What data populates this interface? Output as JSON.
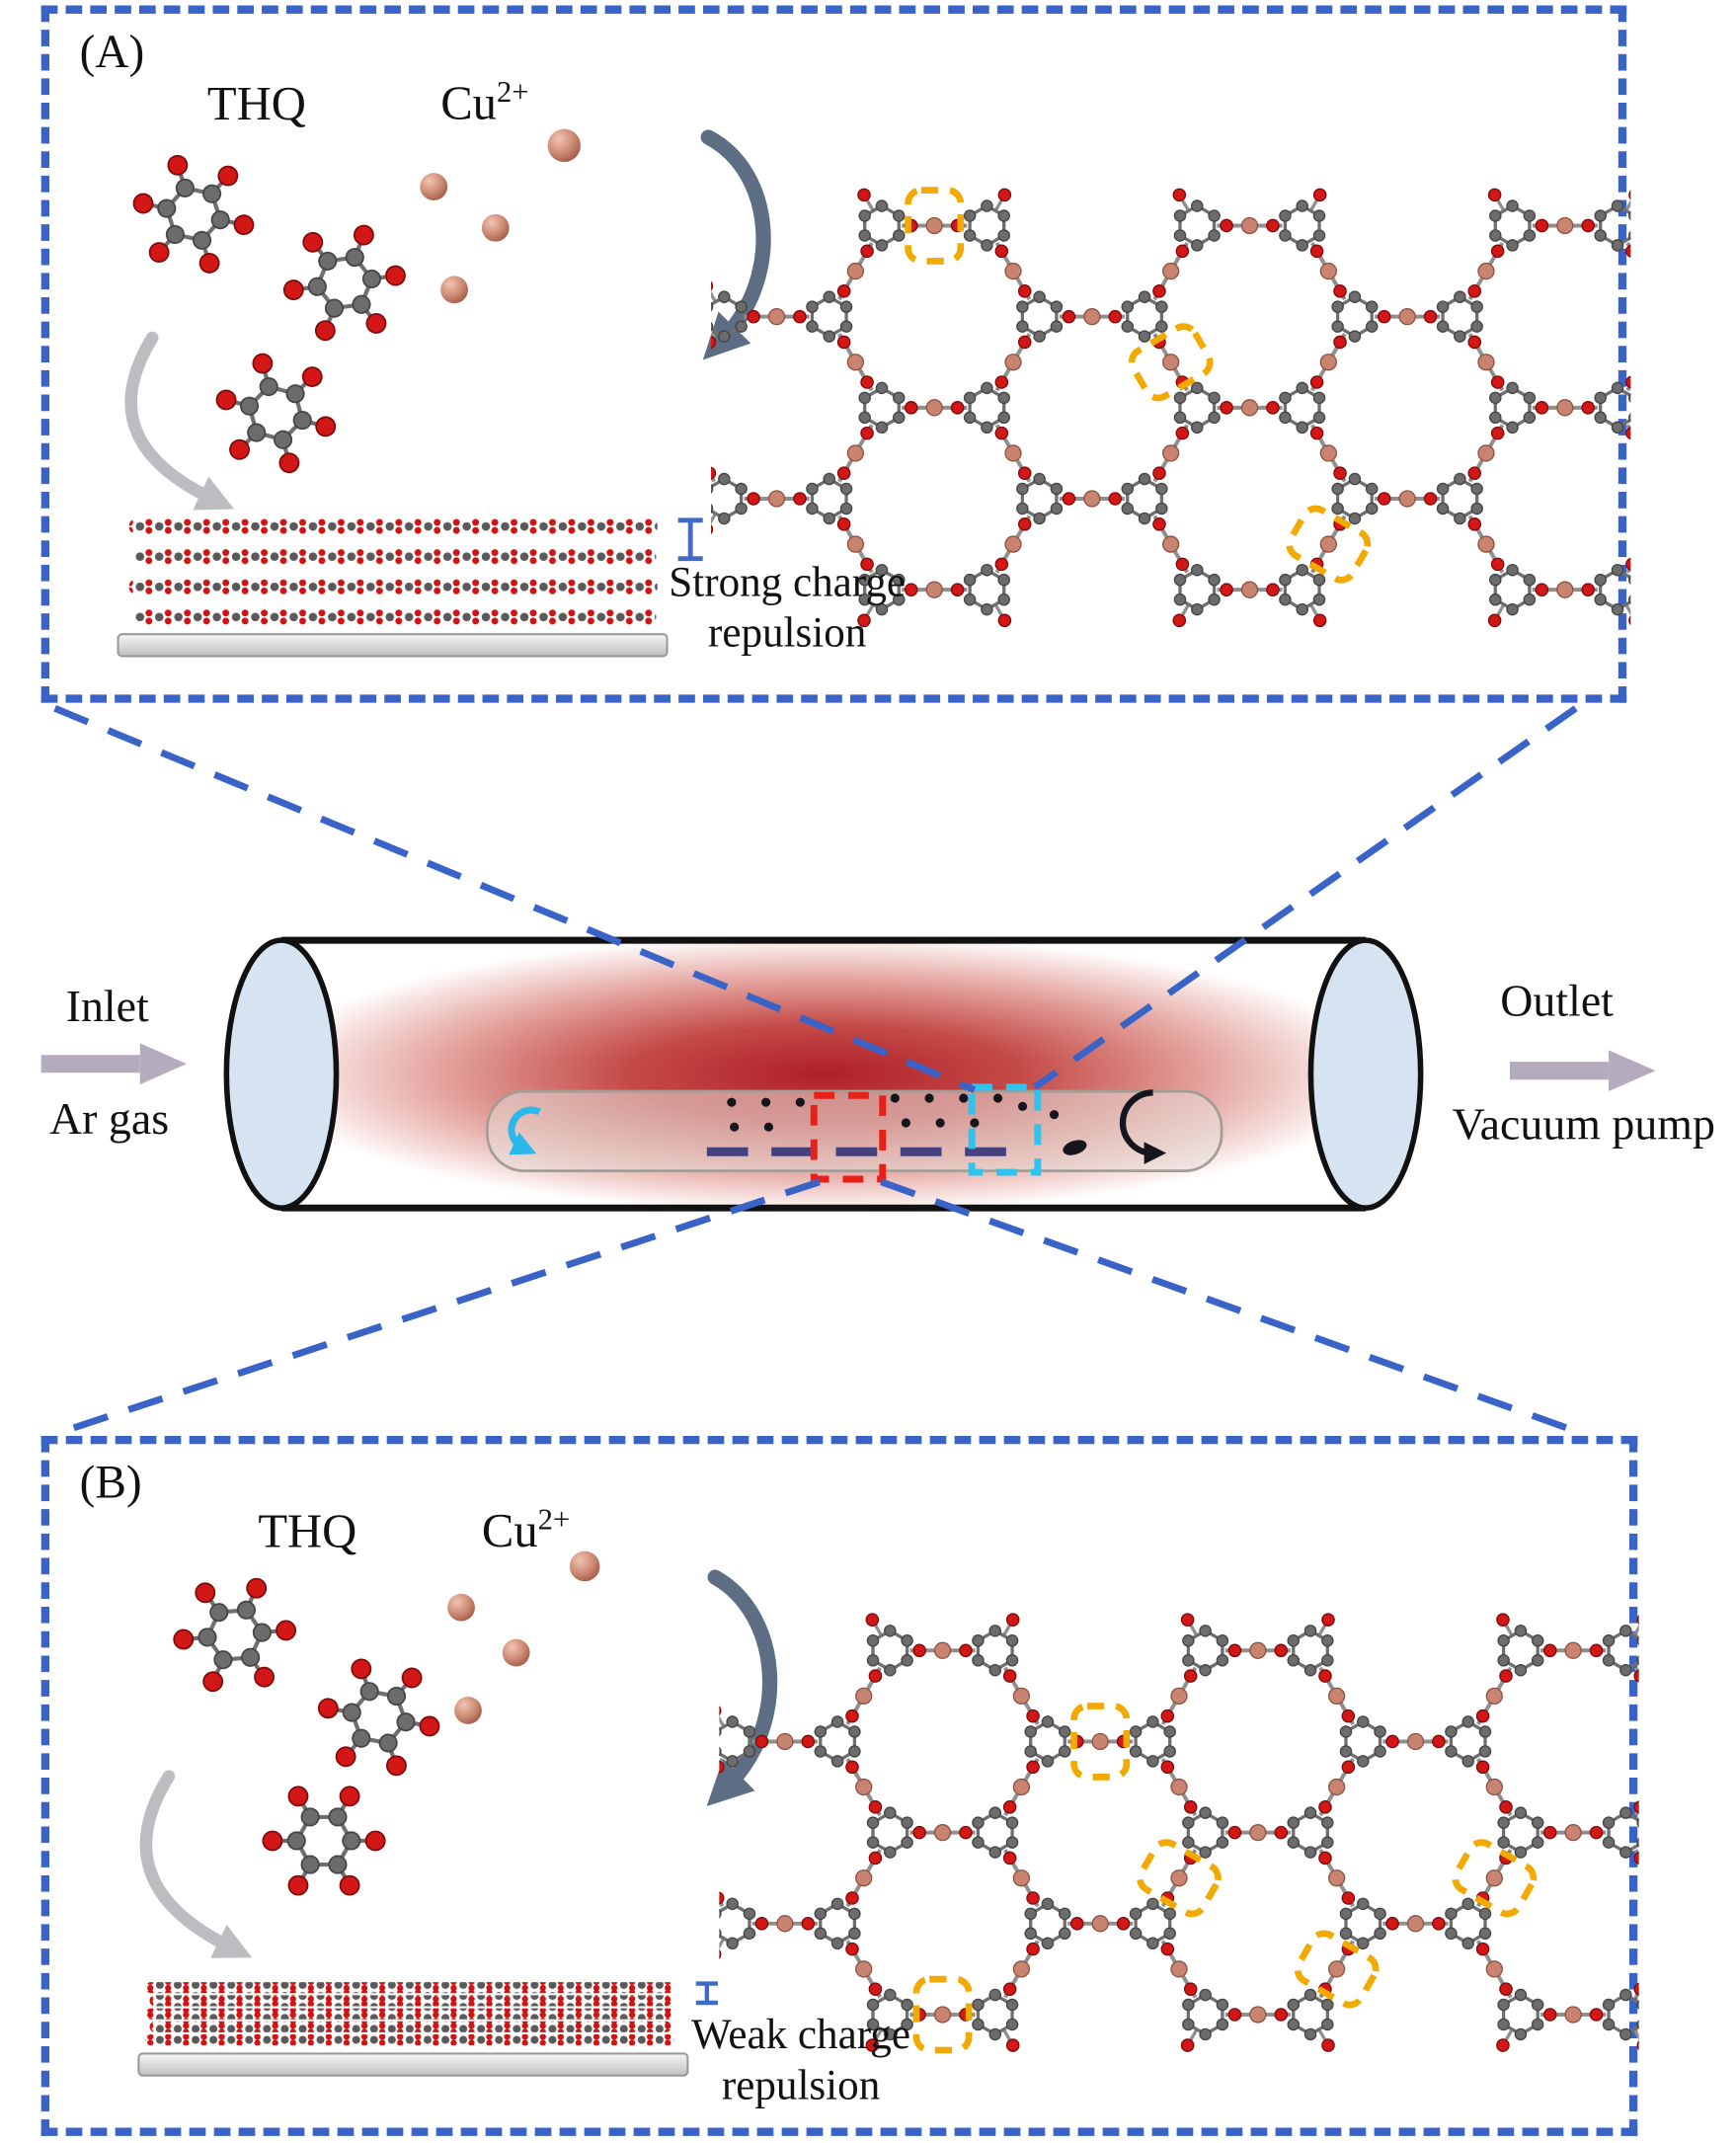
{
  "colors": {
    "panel-border": "#3a63c8",
    "connector": "#3a63c8",
    "highlight": "#f2a900",
    "copper": "#c98471",
    "oxygen": "#d31616",
    "carbon": "#6c6c6c",
    "heat-core": "#b01f27",
    "tube-cap": "#d6e4f2",
    "red-box": "#e8201a",
    "cyan-box": "#2ec4f0",
    "spacing-indicator": "#3f6bc4",
    "substrate-line": "#47407f"
  },
  "panelA": {
    "label": "(A)",
    "thq": "THQ",
    "cu": "Cu",
    "cu_sup": "2+",
    "annotation": "Strong charge\nrepulsion"
  },
  "panelB": {
    "label": "(B)",
    "thq": "THQ",
    "cu": "Cu",
    "cu_sup": "2+",
    "annotation": "Weak charge\nrepulsion"
  },
  "furnace": {
    "inlet": "Inlet",
    "inlet_sub": "Ar gas",
    "outlet": "Outlet",
    "outlet_sub": "Vacuum pump"
  }
}
